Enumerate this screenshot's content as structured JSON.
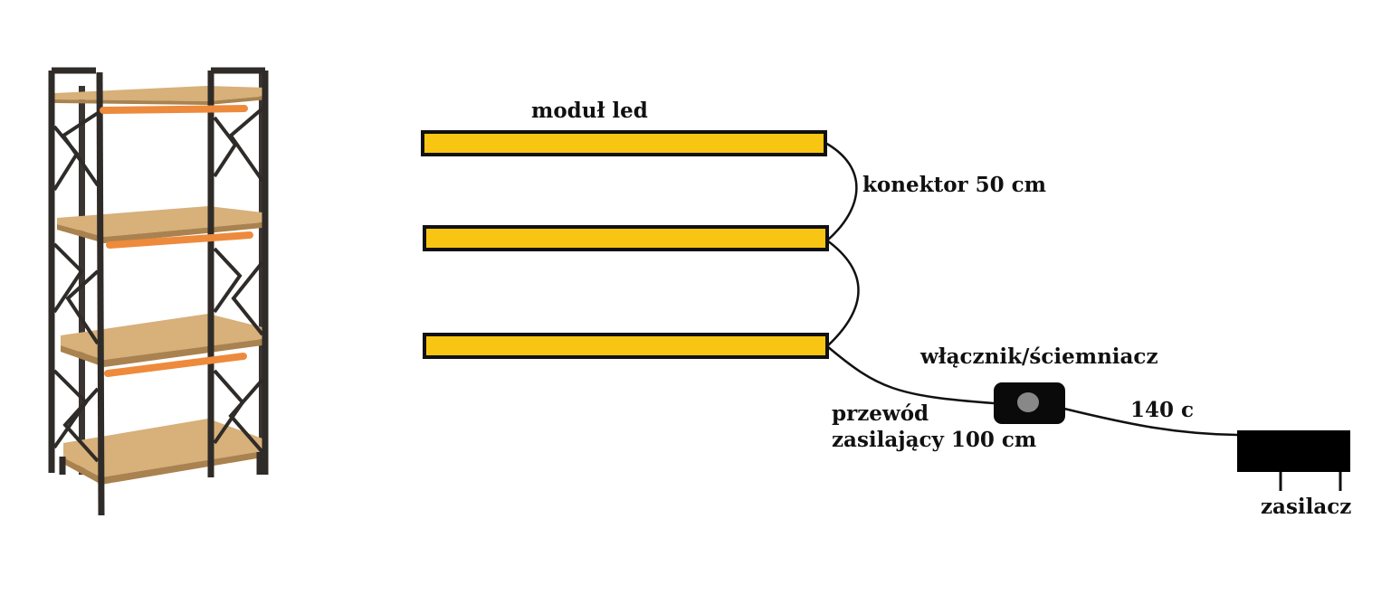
{
  "labels": {
    "led_module": "moduł led",
    "connector": "konektor 50 cm",
    "switch_dimmer": "włącznik/ściemniacz",
    "power_cable_line1": "przewód",
    "power_cable_line2": "zasilający 100 cm",
    "cable_140": "140 c",
    "power_supply": "zasilacz"
  },
  "colors": {
    "led_strip_fill": "#f9c513",
    "outline": "#111111",
    "shelf_accent_orange": "#ee8a3c",
    "wood": "#d7b07a",
    "frame_metal": "#2f2b28",
    "switch_button": "#888888"
  },
  "shelf_illustration": {
    "shelf_count": 4,
    "led_strip_count": 3
  },
  "led_modules": {
    "count": 3
  }
}
